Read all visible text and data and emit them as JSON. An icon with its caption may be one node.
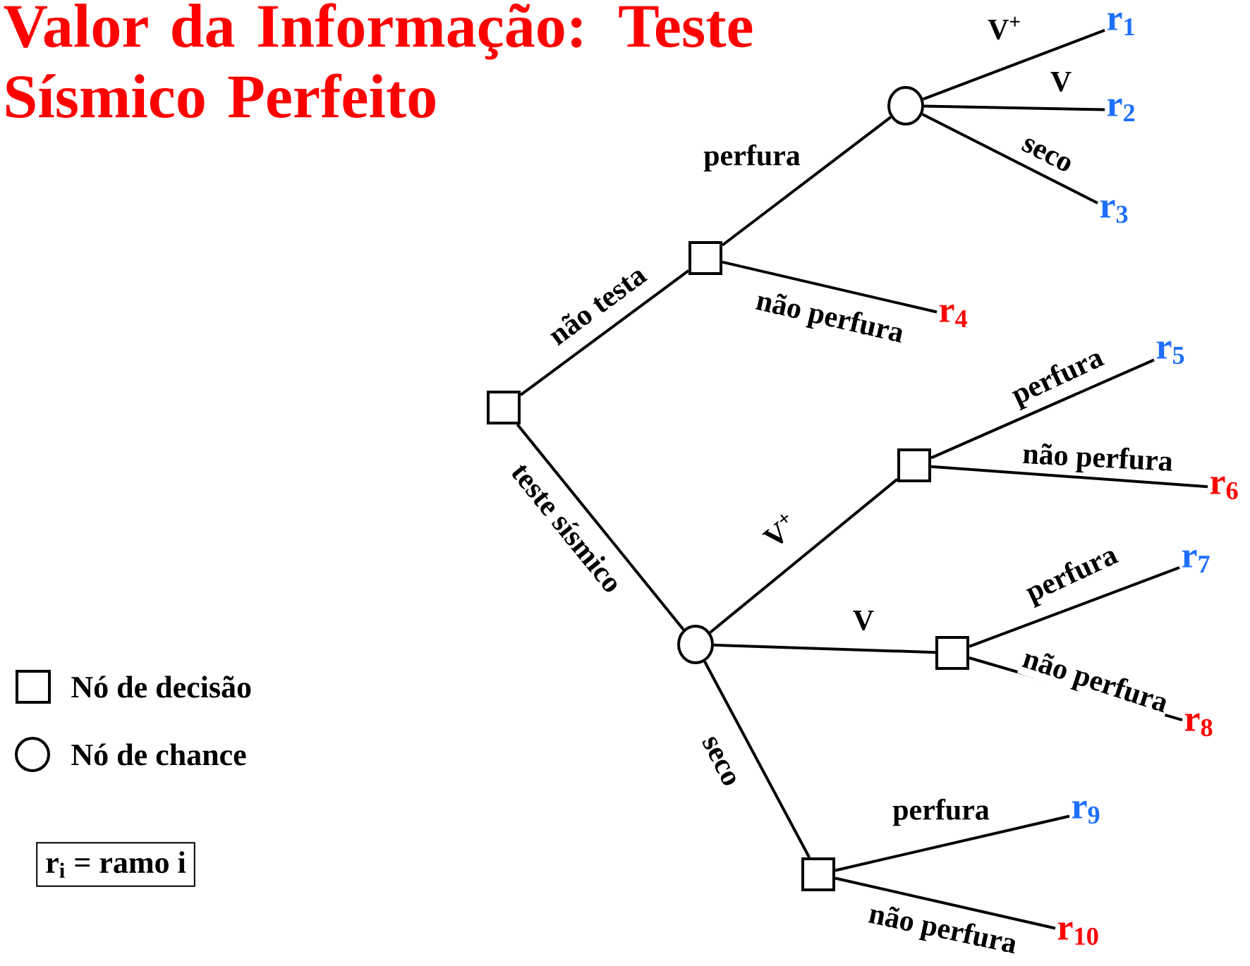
{
  "diagram": {
    "title": "Valor da Informação: Teste Sísmico Perfeito",
    "nodes": [
      {
        "text": [],
        "shape": "box"
      },
      {
        "text": [],
        "shape": "box"
      },
      {
        "text": [],
        "shape": "circle"
      },
      {
        "text": [
          "r$_{1}$"
        ]
      },
      {
        "text": [
          "r$_{2}$"
        ]
      },
      {
        "text": [
          "r$_{3}$"
        ]
      },
      {
        "text": [
          "r$_{4}$"
        ]
      },
      {
        "text": [],
        "shape": "circle"
      },
      {
        "text": [],
        "shape": "box"
      },
      {
        "text": [
          "r$_{5}$"
        ]
      },
      {
        "text": [
          "r$_{6}$"
        ]
      },
      {
        "text": [],
        "shape": "box"
      },
      {
        "text": [
          "r$_{7}$"
        ]
      },
      {
        "text": [
          "r$_{8}$"
        ]
      },
      {
        "text": [],
        "shape": "box"
      },
      {
        "text": [
          "r$_{9}$"
        ]
      },
      {
        "text": [
          "r$_{10}$"
        ]
      },
      {
        "text": [
          "r$_{i}$ = ramo i"
        ]
      }
    ],
    "edges": [
      {
        "from": 0,
        "to": 1,
        "arrow": "none",
        "label": "não testa"
      },
      {
        "from": 0,
        "to": 7,
        "arrow": "none",
        "label": "teste sísmico"
      },
      {
        "from": 1,
        "to": 2,
        "arrow": "none",
        "label": "perfura"
      },
      {
        "from": 1,
        "to": 6,
        "arrow": "none",
        "label": "não perfura"
      },
      {
        "from": 2,
        "to": 3,
        "arrow": "none",
        "label": "V$^{+}$"
      },
      {
        "from": 2,
        "to": 4,
        "arrow": "none",
        "label": "V"
      },
      {
        "from": 2,
        "to": 5,
        "arrow": "none",
        "label": "seco"
      },
      {
        "from": 7,
        "to": 8,
        "arrow": "none",
        "label": "V$^{+}$"
      },
      {
        "from": 7,
        "to": 11,
        "arrow": "none",
        "label": "V"
      },
      {
        "from": 7,
        "to": 14,
        "arrow": "none",
        "label": "seco"
      },
      {
        "from": 8,
        "to": 9,
        "arrow": "none",
        "label": "perfura"
      },
      {
        "from": 8,
        "to": 10,
        "arrow": "none",
        "label": "não perfura"
      },
      {
        "from": 11,
        "to": 12,
        "arrow": "none",
        "label": "perfura"
      },
      {
        "from": 11,
        "to": 13,
        "arrow": "none",
        "label": "não perfura"
      },
      {
        "from": 14,
        "to": 15,
        "arrow": "none",
        "label": "perfura"
      },
      {
        "from": 14,
        "to": 16,
        "arrow": "none",
        "label": "não perfura"
      }
    ],
    "legend": [
      {
        "text": "Nó de decisão"
      },
      {
        "text": "Nó de chance"
      }
    ]
  }
}
